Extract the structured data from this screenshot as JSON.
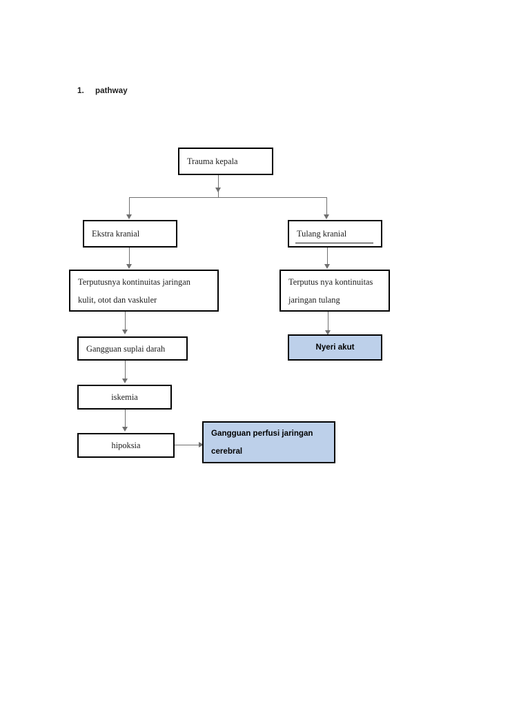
{
  "page": {
    "heading_number": "1.",
    "heading_text": "pathway",
    "background_color": "#ffffff",
    "highlight_color": "#bdd0ea",
    "border_color": "#000000",
    "connector_color": "#6f6f6f"
  },
  "chart_data": {
    "type": "diagram",
    "title": "pathway",
    "diagram_kind": "flowchart",
    "orientation": "top-down",
    "nodes": [
      {
        "id": "trauma_kepala",
        "label": "Trauma kepala",
        "style": "plain",
        "align": "left",
        "level": 0
      },
      {
        "id": "ekstra_kranial",
        "label": "Ekstra kranial",
        "style": "plain",
        "align": "left",
        "level": 1
      },
      {
        "id": "tulang_kranial",
        "label": "Tulang kranial",
        "style": "plain",
        "align": "left",
        "level": 1,
        "has_underline": true
      },
      {
        "id": "terputus_kulit",
        "label": "Terputusnya kontinuitas jaringan kulit, otot dan vaskuler",
        "line1": "Terputusnya kontinuitas jaringan",
        "line2": "kulit, otot dan vaskuler",
        "style": "plain",
        "align": "left",
        "level": 2
      },
      {
        "id": "terputus_tulang",
        "label": "Terputus nya kontinuitas jaringan tulang",
        "line1": "Terputus nya kontinuitas",
        "line2": "jaringan tulang",
        "style": "plain",
        "align": "left",
        "level": 2
      },
      {
        "id": "gangguan_suplai",
        "label": "Gangguan suplai darah",
        "style": "plain",
        "align": "left",
        "level": 3
      },
      {
        "id": "nyeri_akut",
        "label": "Nyeri akut",
        "style": "highlight",
        "align": "center",
        "level": 3
      },
      {
        "id": "iskemia",
        "label": "iskemia",
        "style": "plain",
        "align": "center",
        "level": 4
      },
      {
        "id": "hipoksia",
        "label": "hipoksia",
        "style": "plain",
        "align": "center",
        "level": 5
      },
      {
        "id": "gangguan_perfusi",
        "label": "Gangguan perfusi jaringan cerebral",
        "line1": "Gangguan perfusi jaringan",
        "line2": "cerebral",
        "style": "highlight",
        "align": "left",
        "level": 5
      }
    ],
    "edges": [
      {
        "from": "trauma_kepala",
        "to": "ekstra_kranial",
        "kind": "split-down"
      },
      {
        "from": "trauma_kepala",
        "to": "tulang_kranial",
        "kind": "split-down"
      },
      {
        "from": "ekstra_kranial",
        "to": "terputus_kulit",
        "kind": "down"
      },
      {
        "from": "tulang_kranial",
        "to": "terputus_tulang",
        "kind": "down"
      },
      {
        "from": "terputus_kulit",
        "to": "gangguan_suplai",
        "kind": "down"
      },
      {
        "from": "terputus_tulang",
        "to": "nyeri_akut",
        "kind": "down"
      },
      {
        "from": "gangguan_suplai",
        "to": "iskemia",
        "kind": "down"
      },
      {
        "from": "iskemia",
        "to": "hipoksia",
        "kind": "down"
      },
      {
        "from": "hipoksia",
        "to": "gangguan_perfusi",
        "kind": "right"
      }
    ]
  }
}
